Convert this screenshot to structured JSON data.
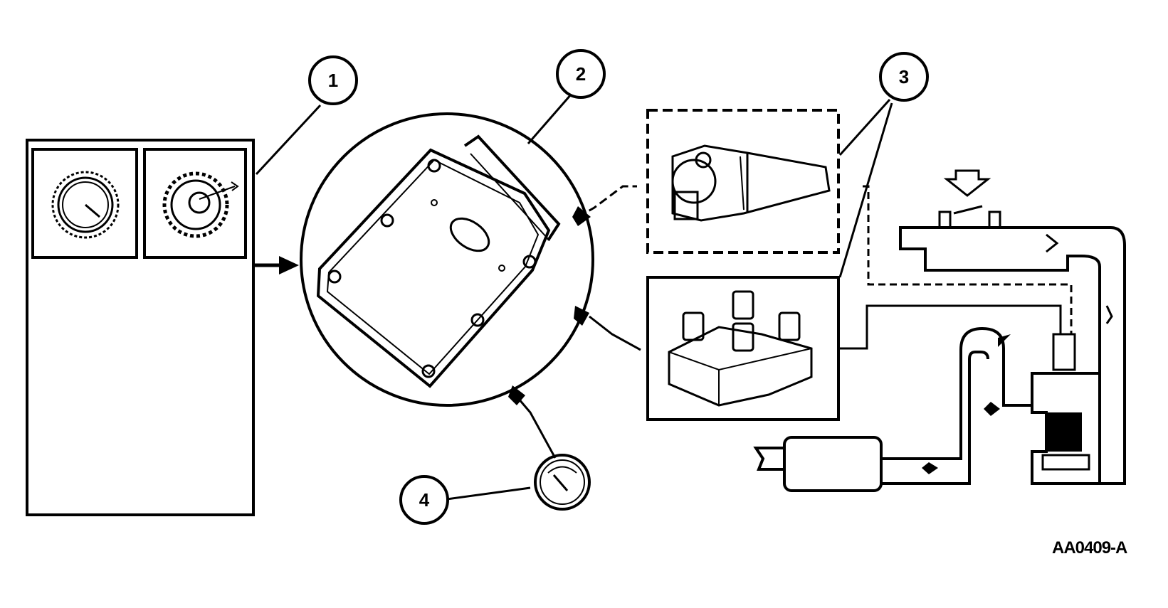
{
  "callouts": [
    {
      "id": "1",
      "label": "1"
    },
    {
      "id": "2",
      "label": "2"
    },
    {
      "id": "3",
      "label": "3"
    },
    {
      "id": "4",
      "label": "4"
    }
  ],
  "figure_id": "AA0409-A",
  "colors": {
    "ink": "#000000",
    "paper": "#ffffff"
  }
}
